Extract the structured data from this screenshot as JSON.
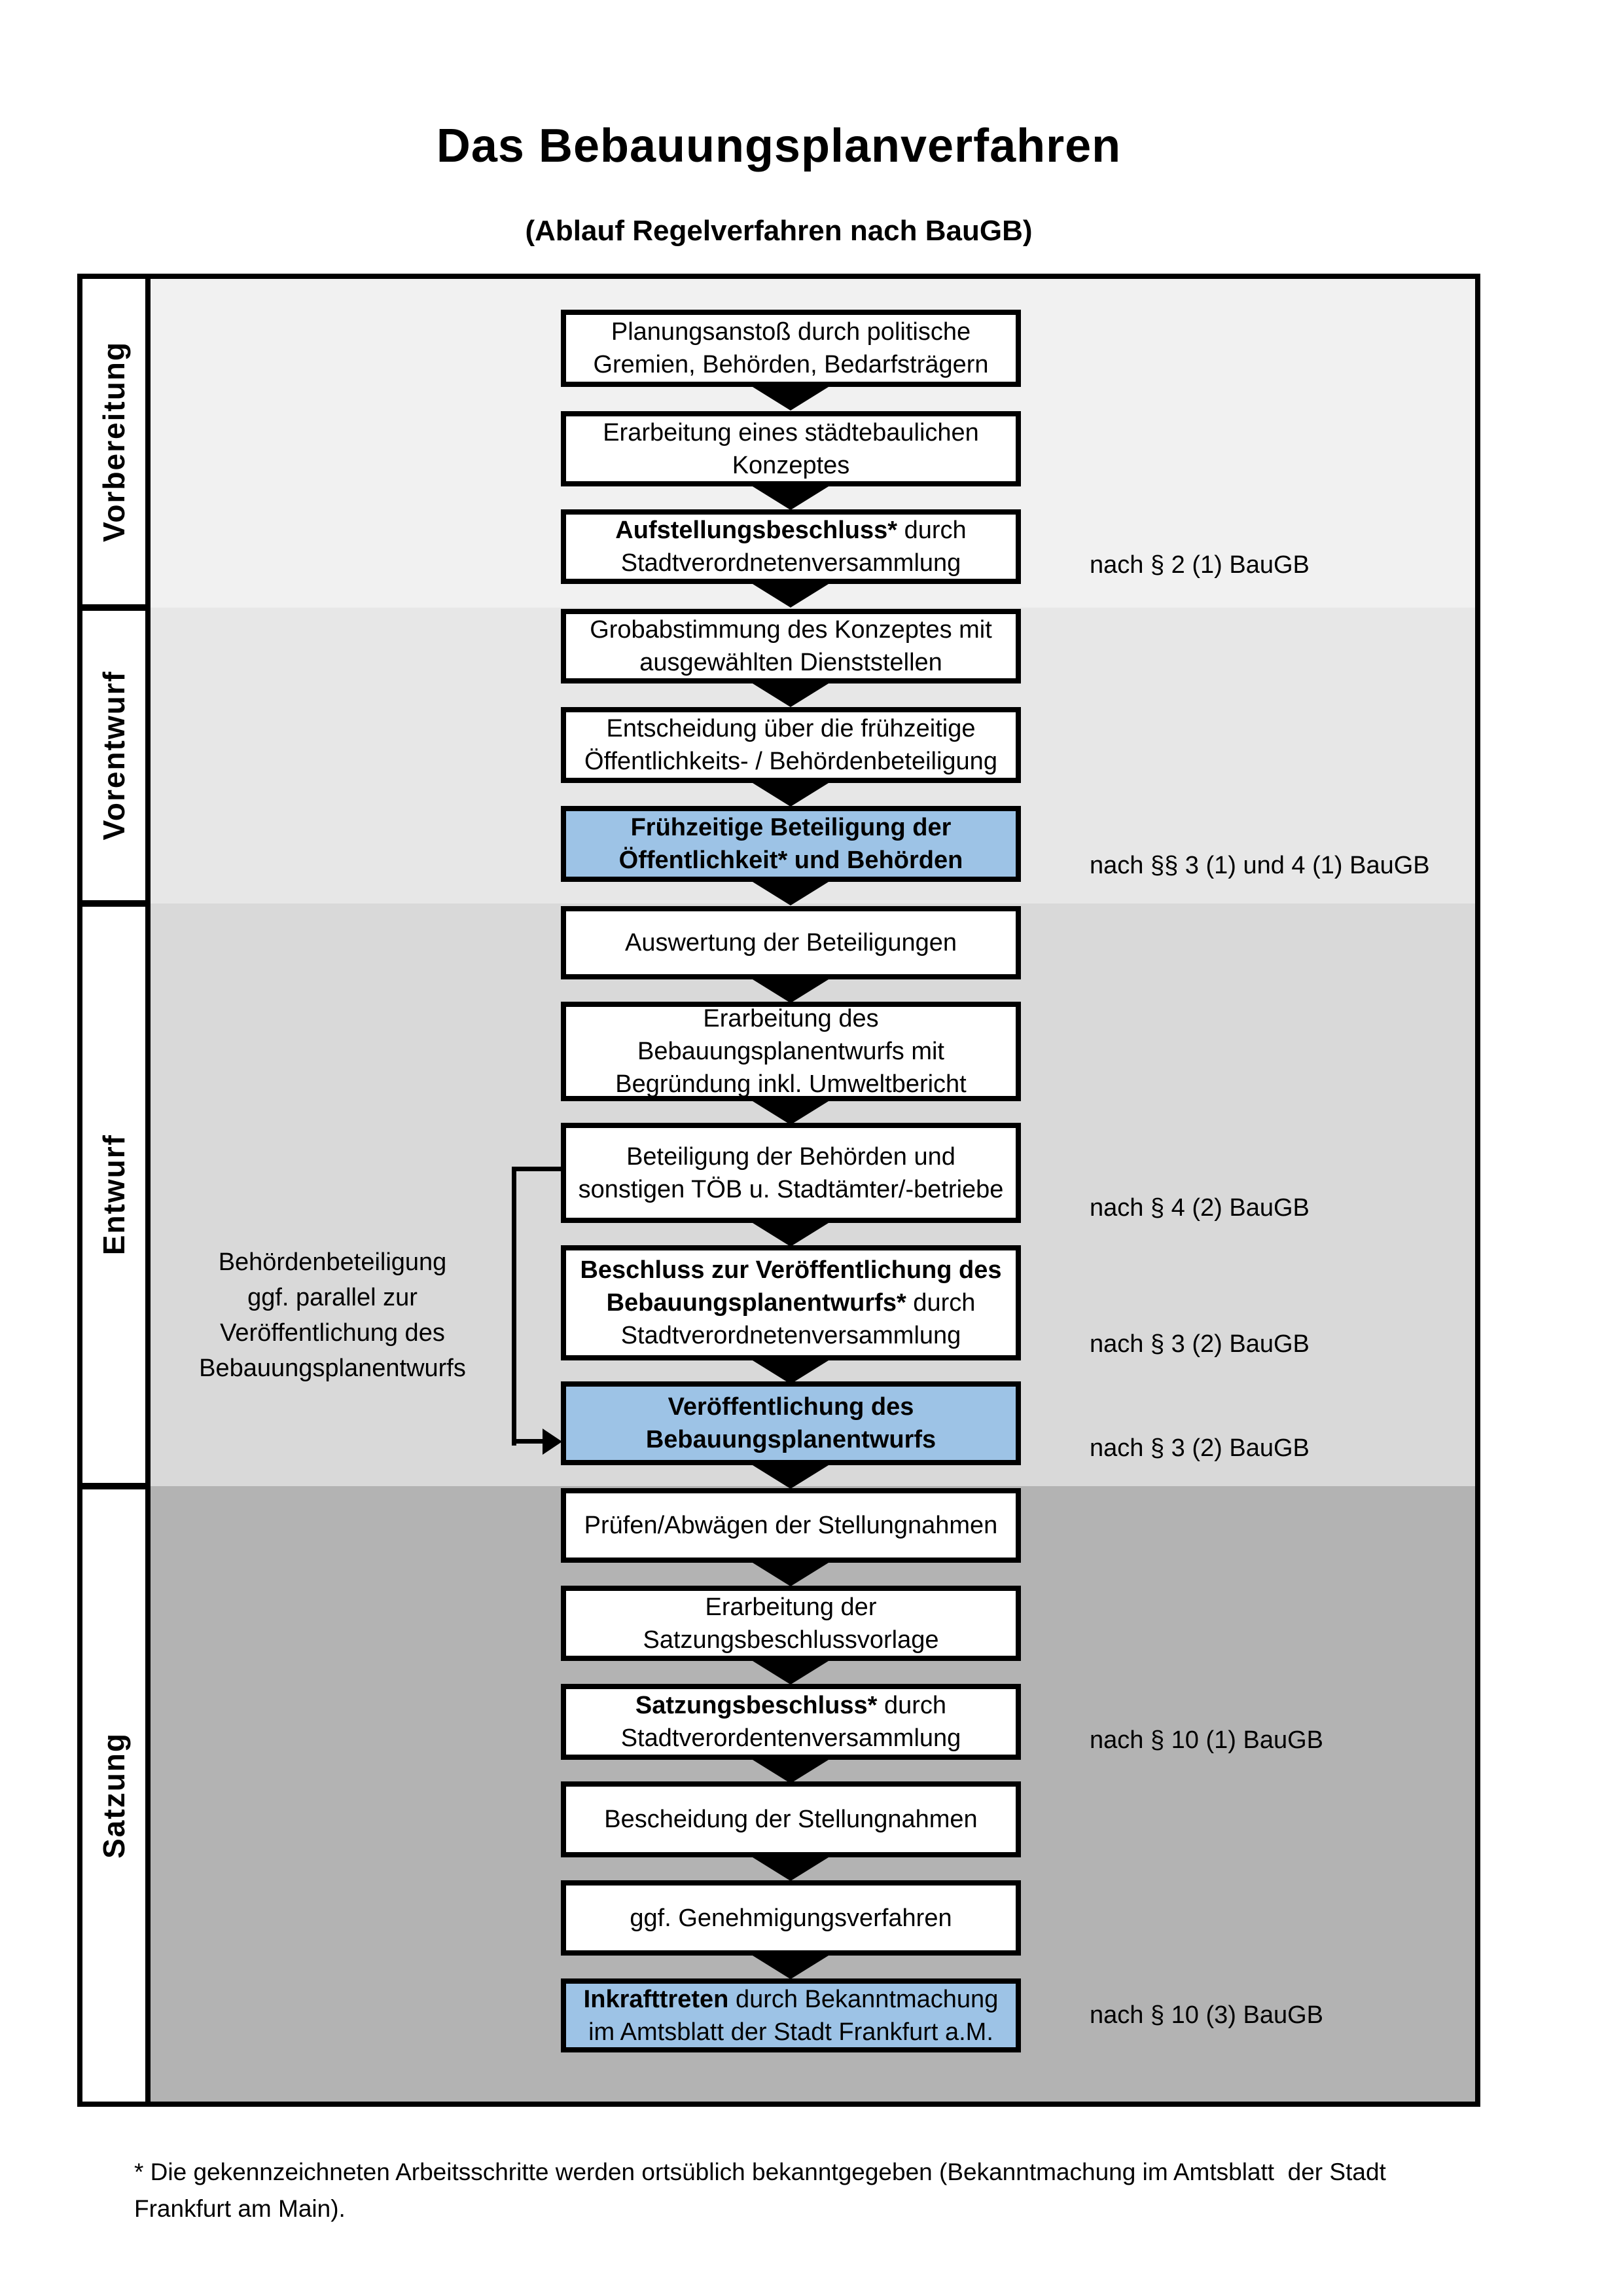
{
  "title": "Das Bebauungsplanverfahren",
  "subtitle": "(Ablauf Regelverfahren nach BauGB)",
  "sections": [
    {
      "label": "Vorbereitung"
    },
    {
      "label": "Vorentwurf"
    },
    {
      "label": "Entwurf"
    },
    {
      "label": "Satzung"
    }
  ],
  "boxes": [
    {
      "bold": "",
      "text": "Planungsanstoß durch politische\nGremien, Behörden, Bedarfsträgern"
    },
    {
      "bold": "",
      "text": "Erarbeitung eines städtebaulichen\nKonzeptes"
    },
    {
      "bold": "Aufstellungsbeschluss*",
      "text": " durch\nStadtverordnetenversammlung"
    },
    {
      "bold": "",
      "text": "Grobabstimmung des Konzeptes mit\nausgewählten Dienststellen"
    },
    {
      "bold": "",
      "text": "Entscheidung über die frühzeitige\nÖffentlichkeits- / Behördenbeteiligung"
    },
    {
      "bold": "Frühzeitige Beteiligung der\nÖffentlichkeit* und Behörden",
      "text": ""
    },
    {
      "bold": "",
      "text": "Auswertung der Beteiligungen"
    },
    {
      "bold": "",
      "text": "Erarbeitung des\nBebauungsplanentwurfs mit\nBegründung inkl. Umweltbericht"
    },
    {
      "bold": "",
      "text": "Beteiligung der Behörden und\nsonstigen TÖB u. Stadtämter/-betriebe"
    },
    {
      "bold": "Beschluss zur Veröffentlichung des\nBebauungsplanentwurfs*",
      "text": " durch\nStadtverordnetenversammlung"
    },
    {
      "bold": "Veröffentlichung des\nBebauungsplanentwurfs",
      "text": ""
    },
    {
      "bold": "",
      "text": "Prüfen/Abwägen der Stellungnahmen"
    },
    {
      "bold": "",
      "text": "Erarbeitung der\nSatzungsbeschlussvorlage"
    },
    {
      "bold": "Satzungsbeschluss*",
      "text": " durch\nStadtverordentenversammlung"
    },
    {
      "bold": "",
      "text": "Bescheidung der Stellungnahmen"
    },
    {
      "bold": "",
      "text": "ggf. Genehmigungsverfahren"
    },
    {
      "bold": "Inkrafttreten",
      "text": " durch Bekanntmachung\nim Amtsblatt der Stadt Frankfurt a.M."
    }
  ],
  "references": [
    "nach § 2 (1) BauGB",
    "nach §§ 3 (1) und 4 (1) BauGB",
    "nach § 4 (2) BauGB",
    "nach § 3 (2) BauGB",
    "nach § 3 (2) BauGB",
    "nach § 10 (1) BauGB",
    "nach § 10 (3) BauGB"
  ],
  "side_note": "Behördenbeteiligung\nggf. parallel zur\nVeröffentlichung des\nBebauungsplanentwurfs",
  "footnote": "* Die gekennzeichneten Arbeitsschritte werden ortsüblich bekanntgegeben (Bekanntmachung im Amtsblatt  der Stadt\nFrankfurt am Main).",
  "colors": {
    "highlight_box": "#9dc3e6",
    "box_border": "#000000",
    "section_backgrounds": [
      "#f1f1f1",
      "#e7e7e7",
      "#d9d9d9",
      "#b3b3b3"
    ]
  }
}
